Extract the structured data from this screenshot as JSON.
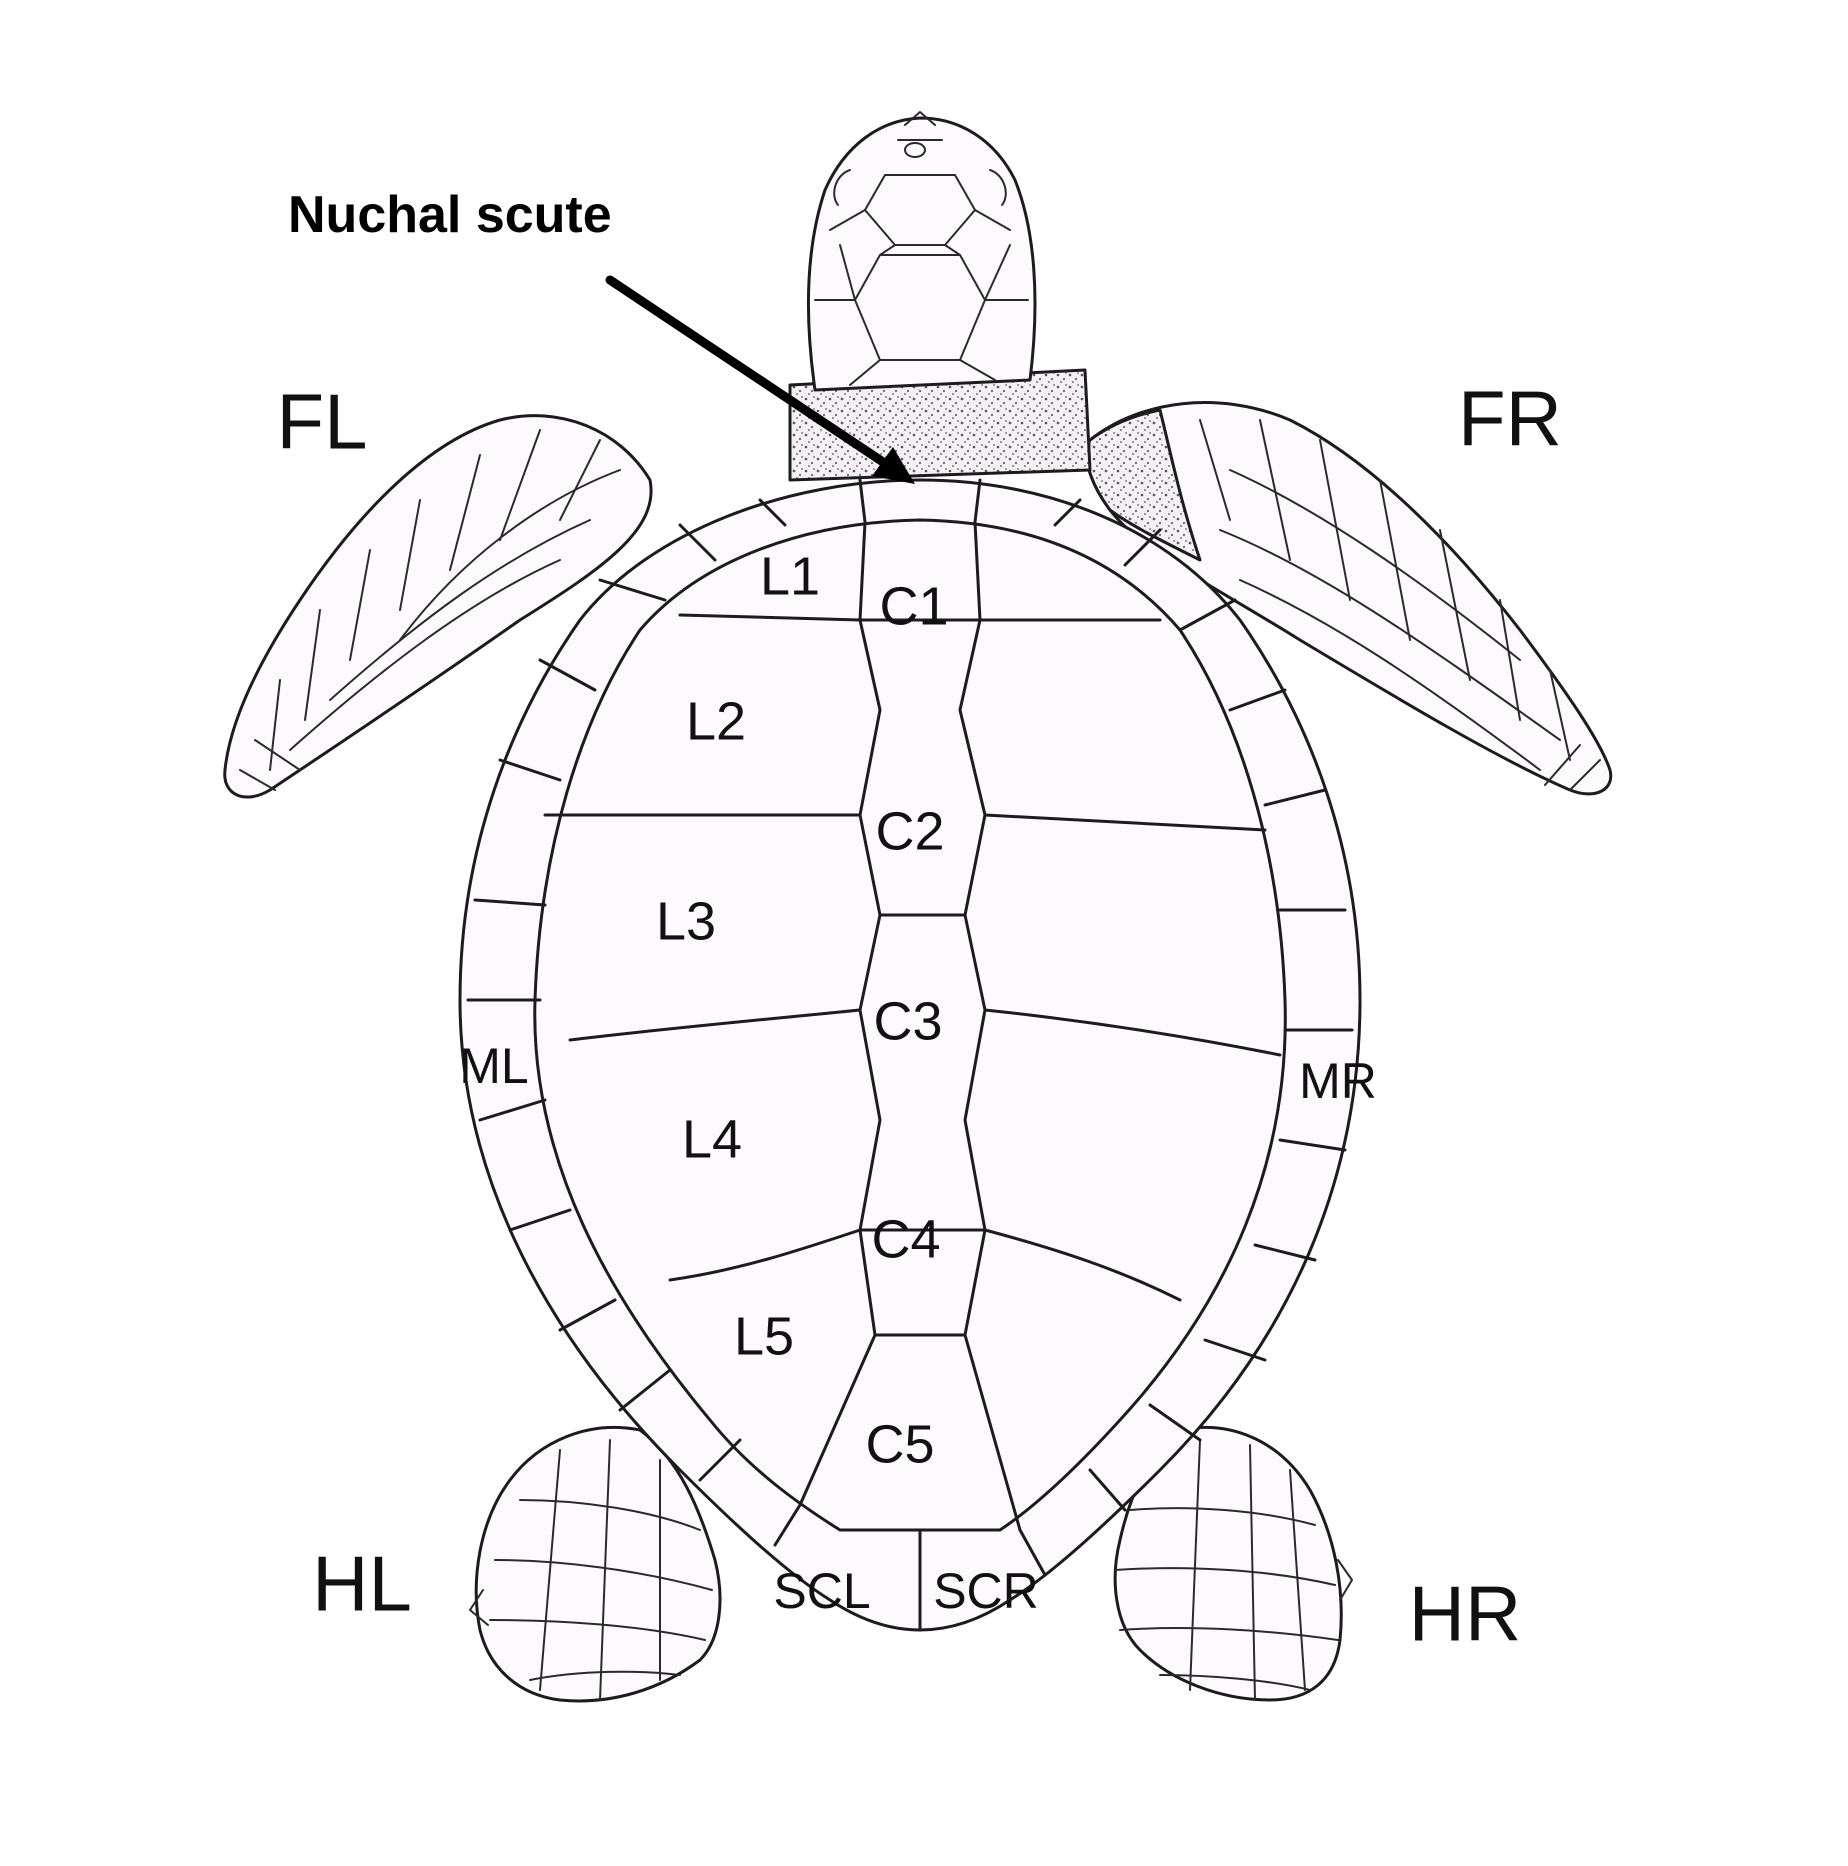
{
  "title": "Nuchal scute",
  "limb_labels": [
    "FL",
    "FR",
    "HL",
    "HR"
  ],
  "marginal_labels": [
    "ML",
    "MR",
    "SCL",
    "SCR"
  ],
  "lateral_labels": [
    "L1",
    "L2",
    "L3",
    "L4",
    "L5"
  ],
  "central_labels": [
    "C1",
    "C2",
    "C3",
    "C4",
    "C5"
  ]
}
